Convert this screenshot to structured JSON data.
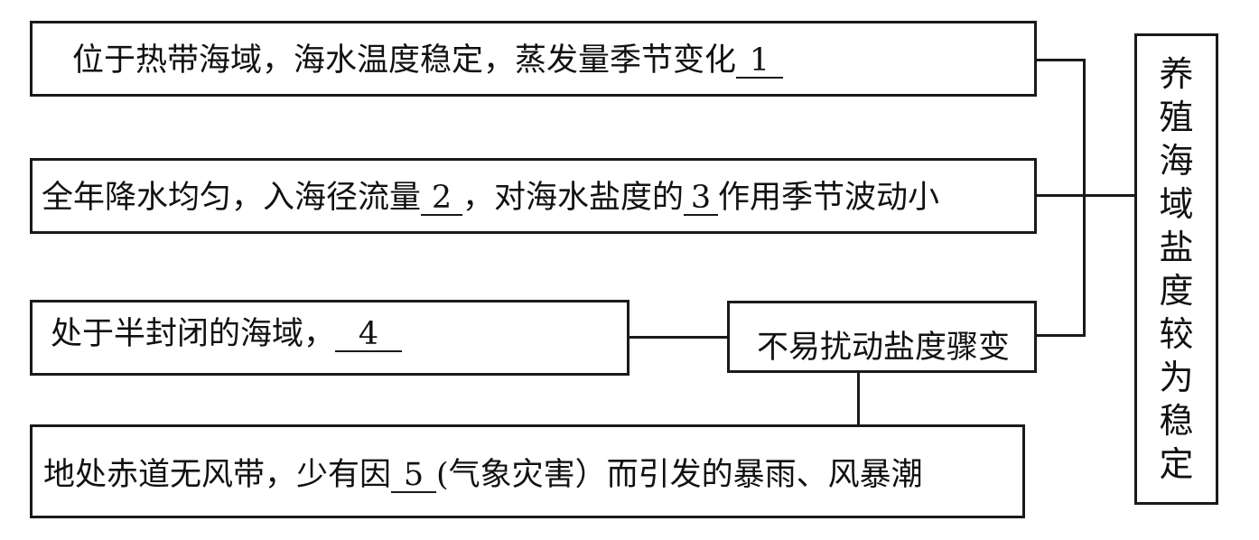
{
  "boxes": {
    "box1": {
      "before": "位于热带海域，海水温度稳定，蒸发量季节变化",
      "blank": "1",
      "after": ""
    },
    "box2": {
      "part1": "全年降水均匀，入海径流量",
      "blank1": "2",
      "part2": "，对海水盐度的",
      "blank2": "3",
      "part3": "作用季节波动小"
    },
    "box3": {
      "before": "处于半封闭的海域，",
      "blank": "4"
    },
    "box4": {
      "text": "不易扰动盐度骤变"
    },
    "box5": {
      "part1": "地处赤道无风带，少有因",
      "blank": "5",
      "part2": "(气象灾害）而引发的暴雨、风暴潮"
    },
    "result": {
      "chars": [
        "养",
        "殖",
        "海",
        "域",
        "盐",
        "度",
        "较",
        "为",
        "稳",
        "定"
      ]
    }
  }
}
